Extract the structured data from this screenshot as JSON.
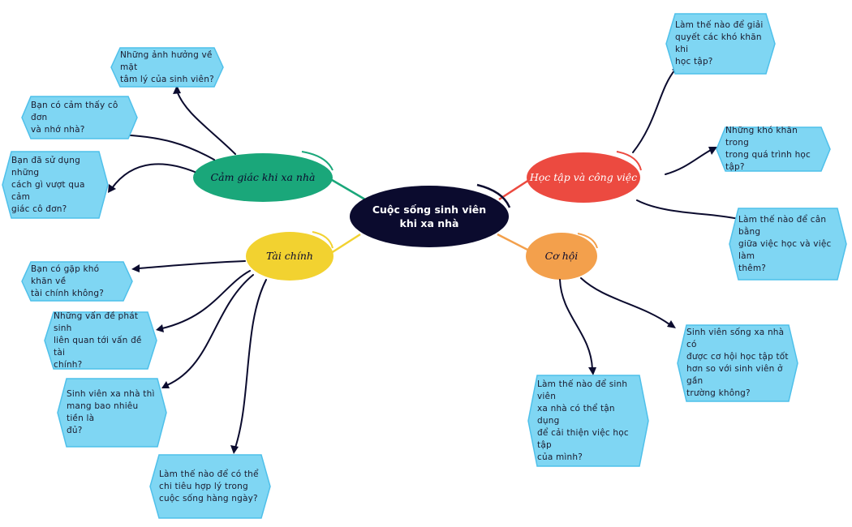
{
  "center": {
    "label": "Cuộc sống sinh viên\nkhi xa nhà",
    "color": "#0b0b2e"
  },
  "branches": [
    {
      "id": "cam-giac",
      "label": "Cảm giác khi xa nhà",
      "color": "#1aa77a",
      "text_color": "#0b0b2e"
    },
    {
      "id": "hoc-tap",
      "label": "Học tập và công việc",
      "color": "#ec4a40",
      "text_color": "#ffffff"
    },
    {
      "id": "tai-chinh",
      "label": "Tài chính",
      "color": "#f2d230",
      "text_color": "#0b0b2e"
    },
    {
      "id": "co-hoi",
      "label": "Cơ hội",
      "color": "#f3a04c",
      "text_color": "#0b0b2e"
    }
  ],
  "questions": {
    "q1": "Những ảnh hưởng về mặt\ntâm lý của sinh viên?",
    "q2": "Bạn có cảm thấy cô đơn\nvà nhớ nhà?",
    "q3": "Bạn đã sử dụng những\ncách gì vượt qua cảm\ngiác cô đơn?",
    "q4": "Làm thế nào để giải\nquyết các khó khăn khi\nhọc tập?",
    "q5": "Những khó khăn trong\ntrong quá trình học tập?",
    "q6": "Làm thế nào để cân bằng\ngiữa việc học và việc làm\nthêm?",
    "q7": "Bạn có gặp khó khăn về\ntài chính không?",
    "q8": "Những vấn đề phát sinh\nliên quan tới vấn đề tài\nchính?",
    "q9": "Sinh viên xa nhà thì\nmang bao nhiêu tiền là\nđủ?",
    "q10": "Làm thế nào để có thể\nchi tiêu hợp lý trong\ncuộc sống hàng ngày?",
    "q11": "Làm thế nào để sinh viên\nxa nhà có thể tận dụng\nđể cải thiện việc học tập\ncủa mình?",
    "q12": "Sinh viên sống xa nhà có\nđược cơ hội học tập tốt\nhơn so với sinh viên ở gần\ntrường không?"
  },
  "colors": {
    "hex_fill": "#7fd6f3",
    "hex_stroke": "#4fc0ea",
    "arrow": "#0b0b2e"
  }
}
